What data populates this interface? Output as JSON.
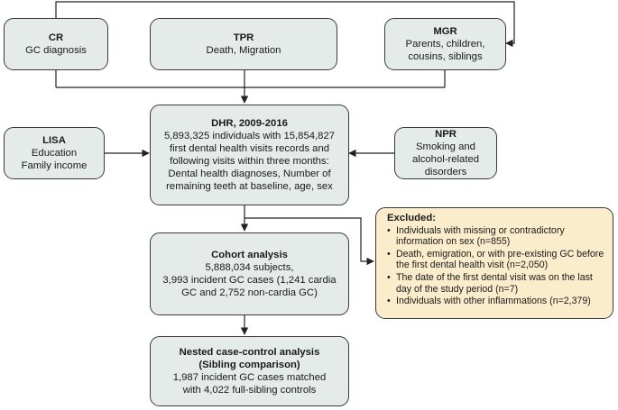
{
  "boxes": {
    "cr": {
      "title": "CR",
      "lines": [
        "GC diagnosis"
      ]
    },
    "tpr": {
      "title": "TPR",
      "lines": [
        "Death, Migration"
      ]
    },
    "mgr": {
      "title": "MGR",
      "lines": [
        "Parents, children,",
        "cousins, siblings"
      ]
    },
    "lisa": {
      "title": "LISA",
      "lines": [
        "Education",
        "Family income"
      ]
    },
    "dhr": {
      "title": "DHR, 2009-2016",
      "lines": [
        "5,893,325 individuals with 15,854,827",
        "first dental health visits records and",
        "following visits within three months:",
        "Dental health diagnoses, Number of",
        "remaining teeth at baseline, age, sex"
      ]
    },
    "npr": {
      "title": "NPR",
      "lines": [
        "Smoking and",
        "alcohol-related",
        "disorders"
      ]
    },
    "cohort": {
      "title": "Cohort analysis",
      "lines": [
        "5,888,034 subjects,",
        "3,993 incident GC cases (1,241 cardia",
        "GC and 2,752 non-cardia GC)"
      ]
    },
    "nested": {
      "title_lines": [
        "Nested case-control analysis",
        "(Sibling comparison)"
      ],
      "lines": [
        "1,987 incident GC cases matched",
        "with 4,022 full-sibling controls"
      ]
    }
  },
  "excluded": {
    "title": "Excluded:",
    "items": [
      "Individuals with missing or contradictory information on sex (n=855)",
      "Death, emigration, or with pre-existing GC before the first dental health visit (n=2,050)",
      "The date of the first dental visit was on the last day of the study period (n=7)",
      "Individuals with other inflammations (n=2,379)"
    ]
  }
}
